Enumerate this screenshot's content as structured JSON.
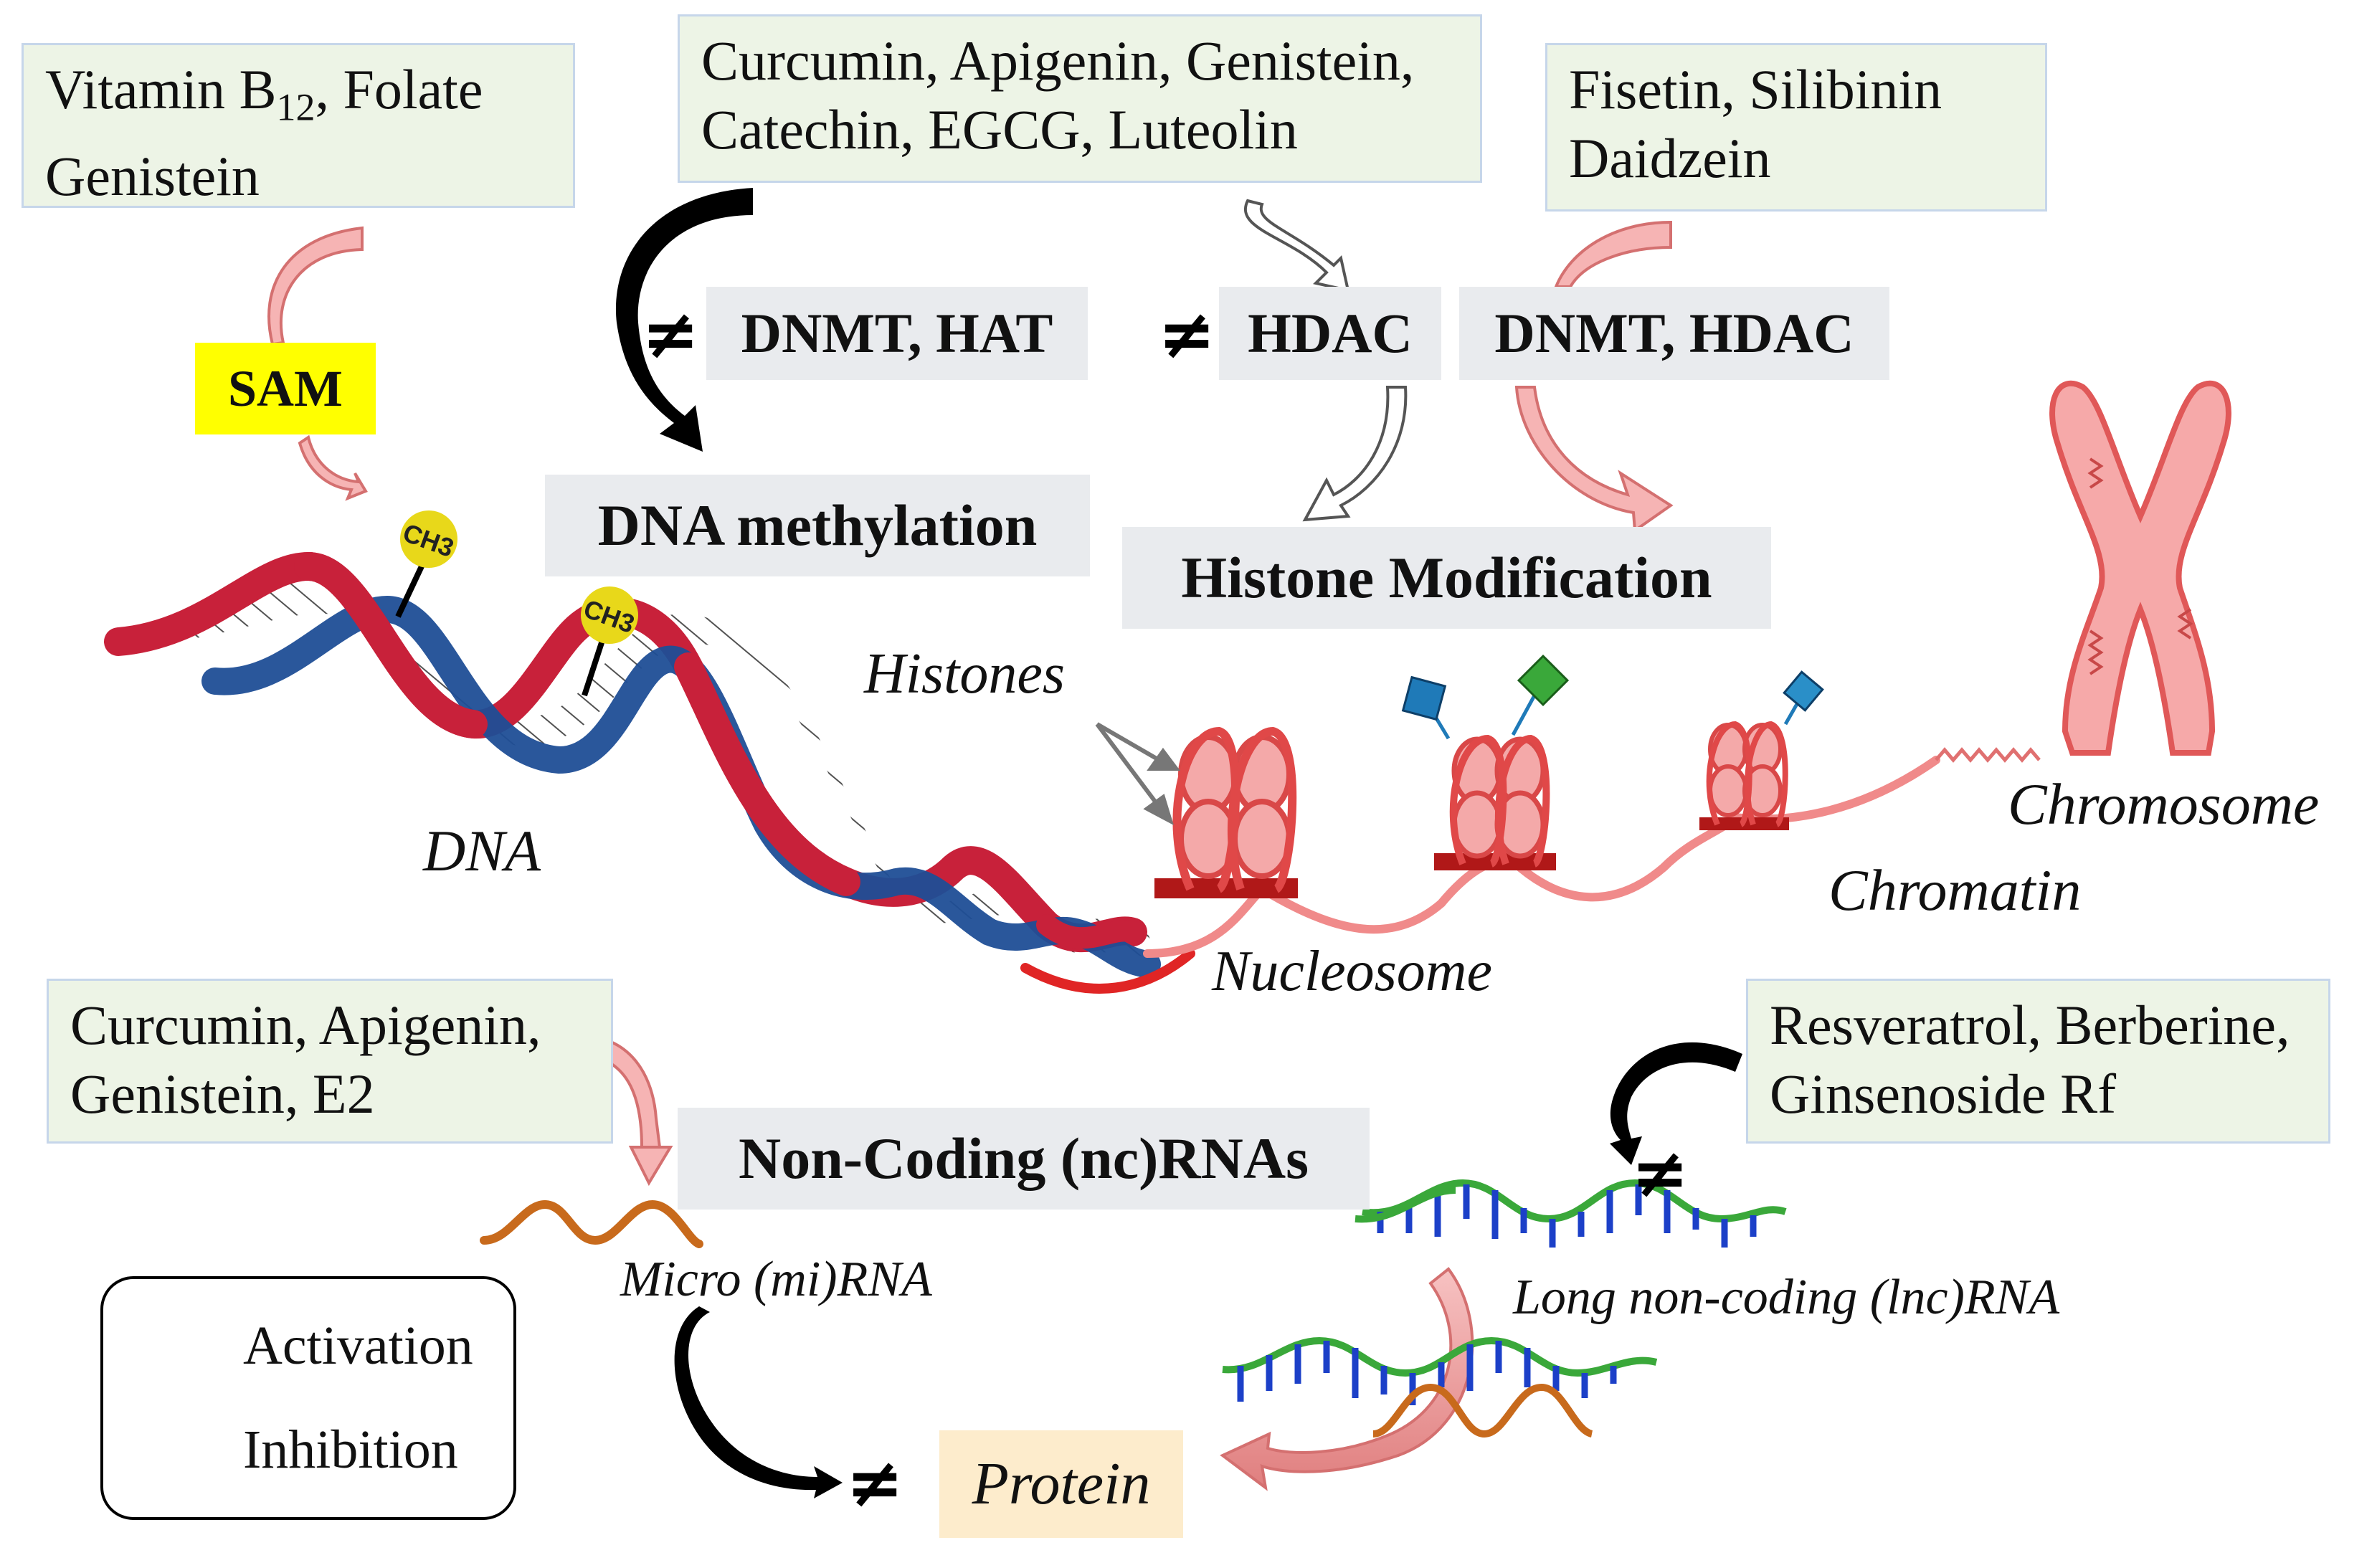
{
  "boxes": {
    "dna_methyl_sources_line1": "Vitamin B",
    "dna_methyl_sources_sub": "12",
    "dna_methyl_sources_line1_rest": ", Folate",
    "dna_methyl_sources_line2": "Genistein",
    "dnmt_hat_inhibitors_line1": "Curcumin, Apigenin, Genistein,",
    "dnmt_hat_inhibitors_line2": "Catechin, EGCG, Luteolin",
    "hdac_modulators_line1": "Fisetin, Silibinin",
    "hdac_modulators_line2": "Daidzein",
    "mirna_modulators_line1": "Curcumin, Apigenin,",
    "mirna_modulators_line2": "Genistein, E2",
    "lncrna_modulators_line1": "Resveratrol, Berberine,",
    "lncrna_modulators_line2": "Ginsenoside Rf"
  },
  "enzymes": {
    "sam": "SAM",
    "dnmt_hat": "DNMT, HAT",
    "hdac": "HDAC",
    "dnmt_hdac": "DNMT, HDAC"
  },
  "mechanisms": {
    "dna_methylation": "DNA methylation",
    "histone_modification": "Histone Modification",
    "ncrna": "Non-Coding (nc)RNAs",
    "protein": "Protein"
  },
  "labels": {
    "dna": "DNA",
    "histones": "Histones",
    "nucleosome": "Nucleosome",
    "chromatin": "Chromatin",
    "chromosome": "Chromosome",
    "mirna": "Micro (mi)RNA",
    "lncrna": "Long non-coding (lnc)RNA",
    "methyl_group": "CH3"
  },
  "symbols": {
    "not_equal": "≠"
  },
  "legend": {
    "activation": "Activation",
    "inhibition": "Inhibition"
  },
  "colors": {
    "activation_arrow": "#f4aaaa",
    "inhibition_arrow": "#000000",
    "dna_red_strand": "#c8213a",
    "dna_blue_strand": "#1f4e96",
    "chromatin": "#f08a8a",
    "methyl_ball": "#e8d81a",
    "sam_highlight": "#ffff00",
    "protein_highlight": "#fdeccc"
  }
}
